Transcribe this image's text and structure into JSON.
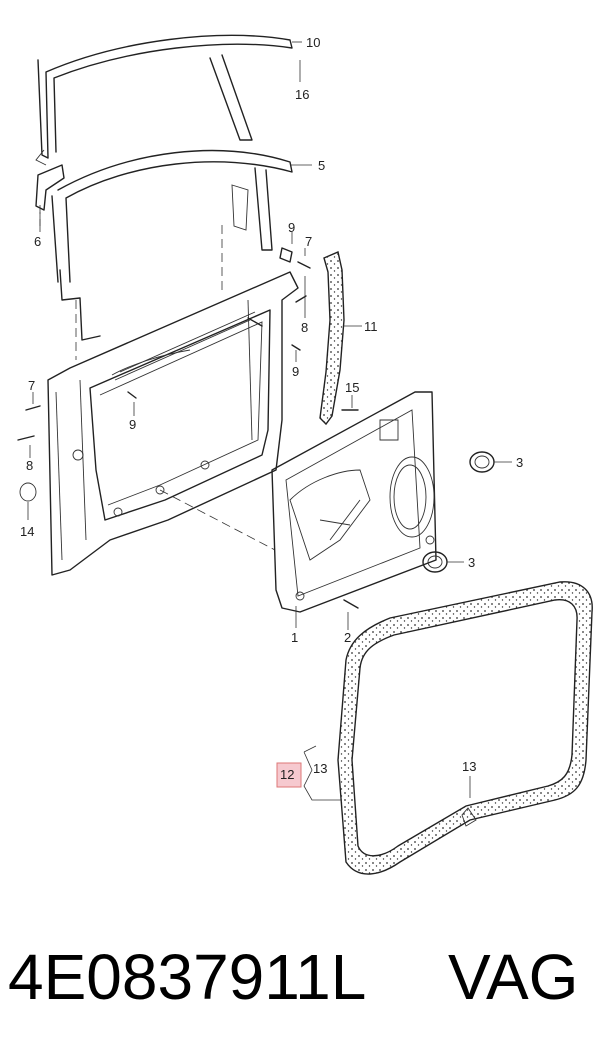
{
  "diagram": {
    "callouts": [
      "10",
      "16",
      "5",
      "6",
      "9",
      "7",
      "8",
      "11",
      "9",
      "7",
      "8",
      "9",
      "15",
      "3",
      "14",
      "3",
      "1",
      "2",
      "12",
      "13",
      "13"
    ],
    "highlighted_callout": "12"
  },
  "footer": {
    "part_number": "4E0837911L",
    "brand": "VAG"
  },
  "colors": {
    "highlight": "#f6c9cf",
    "ink": "#222222"
  }
}
